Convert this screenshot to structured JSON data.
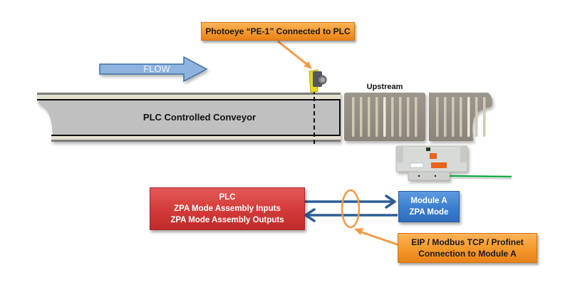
{
  "callouts": {
    "photoeye": "Photoeye “PE-1” Connected to PLC",
    "connection_line1": "EIP / Modbus TCP / Profinet",
    "connection_line2": "Connection to Module A"
  },
  "flow_arrow": {
    "label": "FLOW"
  },
  "conveyor": {
    "label": "PLC Controlled Conveyor"
  },
  "upstream": {
    "label": "Upstream"
  },
  "plc": {
    "title": "PLC",
    "line1": "ZPA Mode Assembly Inputs",
    "line2": "ZPA Mode Assembly Outputs"
  },
  "module": {
    "line1": "Module A",
    "line2": "ZPA Mode"
  },
  "colors": {
    "callout_orange": "#f59a2e",
    "plc_red": "#d23a38",
    "module_blue": "#3b7ed0",
    "flow_blue": "#8eb3de",
    "link_arrow_blue": "#2e5d94",
    "cable_green": "#19a84a",
    "sensor_yellow": "#e8d820"
  }
}
